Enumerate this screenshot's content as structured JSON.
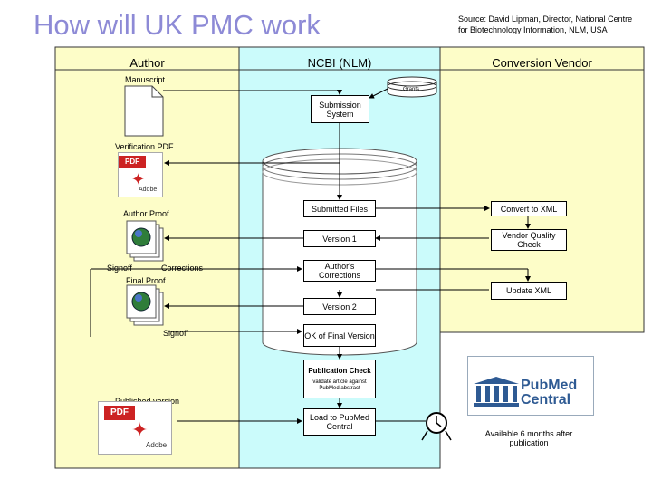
{
  "title": "How will UK PMC work",
  "source": "Source: David Lipman, Director, National Centre for Biotechnology Information, NLM, USA",
  "columns": {
    "author": "Author",
    "ncbi": "NCBI (NLM)",
    "vendor": "Conversion Vendor"
  },
  "author_items": {
    "manuscript": "Manuscript",
    "verification_pdf": "Verification PDF",
    "author_proof": "Author Proof",
    "signoff": "Signoff",
    "corrections": "Corrections",
    "final_proof": "Final Proof",
    "signoff2": "Signoff",
    "published_version": "Published version"
  },
  "ncbi_items": {
    "grants": "Grants",
    "submission_system": "Submission System",
    "submitted_files": "Submitted Files",
    "version1": "Version 1",
    "authors_corrections": "Author's Corrections",
    "version2": "Version 2",
    "ok_final": "OK of Final Version",
    "publication_check": "Publication Check",
    "publication_check_note": "validate article against PubMed abstract",
    "load_pmc": "Load to PubMed Central"
  },
  "vendor_items": {
    "convert_xml": "Convert to XML",
    "vendor_qc": "Vendor Quality Check",
    "update_xml": "Update XML",
    "available": "Available 6 months after publication"
  },
  "logo": {
    "line1": "Pub",
    "line2": "Med",
    "line3": "Central"
  },
  "pdf_icon_text": "PDF",
  "adobe_text": "Adobe",
  "colors": {
    "yellow": "#fdfdc8",
    "cyan": "#cbfbfb",
    "title": "#8d8ad6",
    "pmc_blue": "#2e5a93"
  }
}
